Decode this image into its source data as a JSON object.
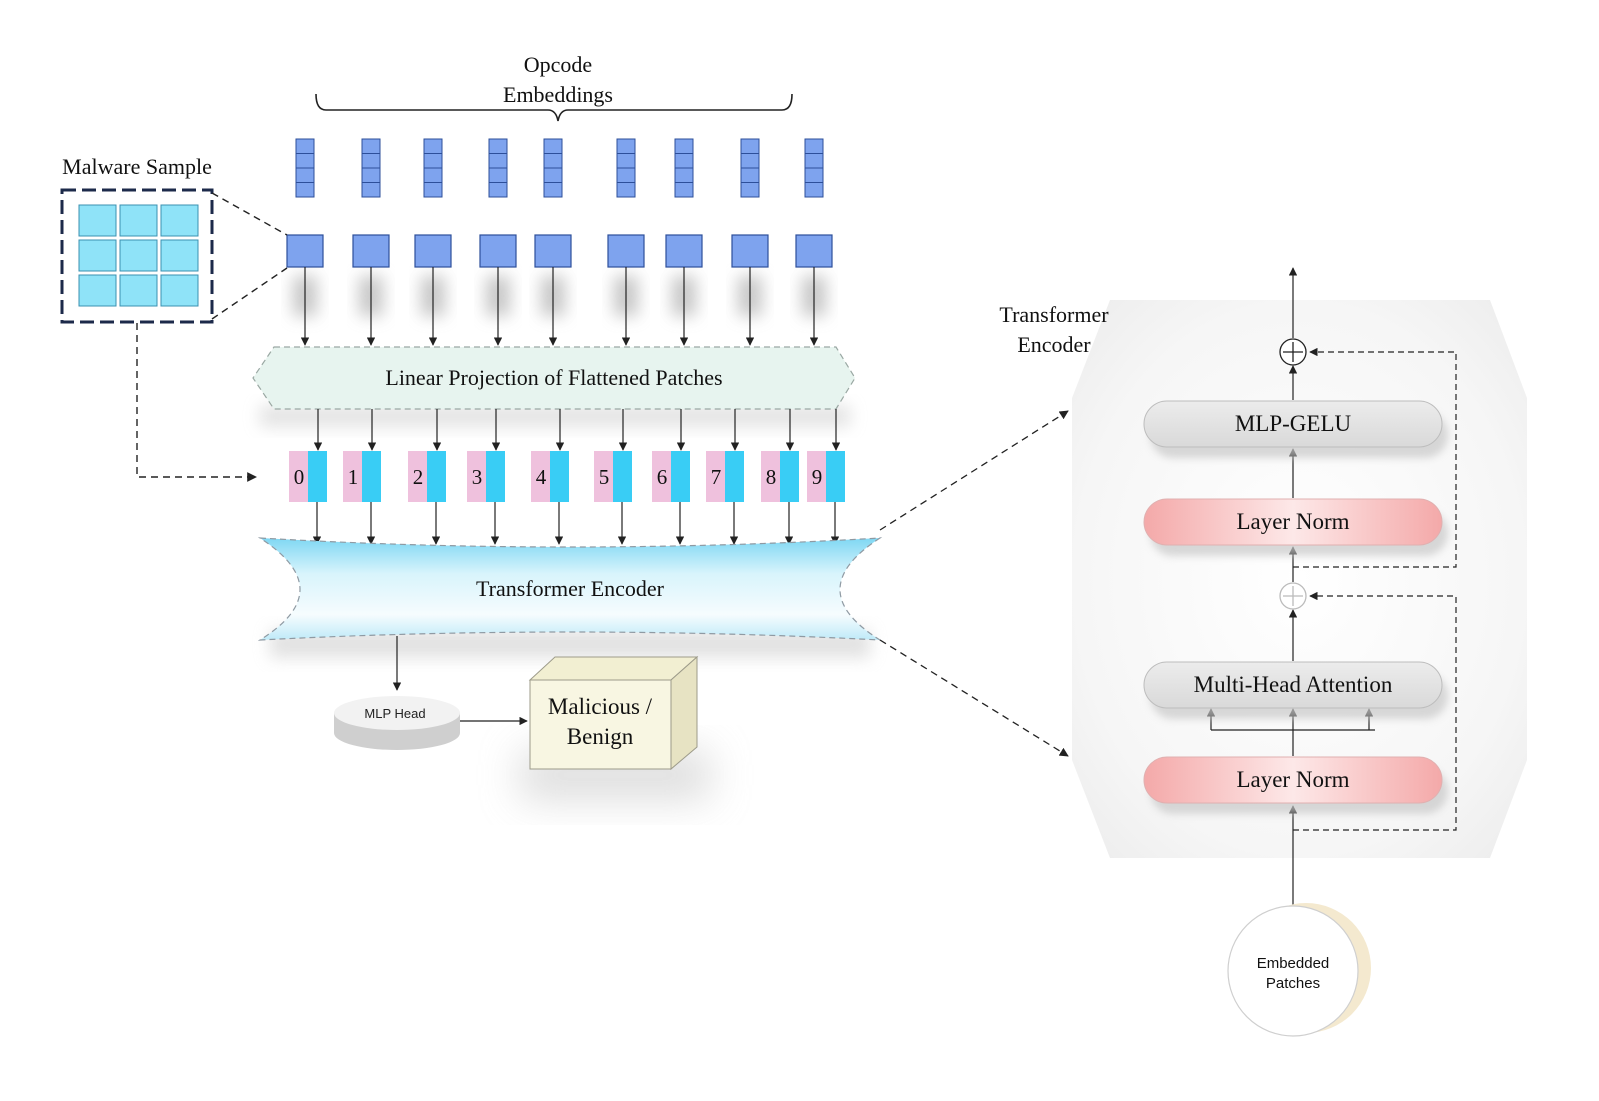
{
  "opcode_embeddings": {
    "line1": "Opcode",
    "line2": "Embeddings"
  },
  "malware_sample": {
    "label": "Malware Sample"
  },
  "linear_projection": {
    "label": "Linear Projection of Flattened Patches"
  },
  "position_tokens": [
    "0",
    "1",
    "2",
    "3",
    "4",
    "5",
    "6",
    "7",
    "8",
    "9"
  ],
  "transformer_encoder": {
    "label": "Transformer Encoder"
  },
  "mlp_head": {
    "label": "MLP Head"
  },
  "output": {
    "line1": "Malicious /",
    "line2": "Benign"
  },
  "encoder_detail": {
    "title_line1": "Transformer",
    "title_line2": "Encoder",
    "mlp_gelu": "MLP-GELU",
    "layer_norm_top": "Layer Norm",
    "multi_head_attention": "Multi-Head Attention",
    "layer_norm_bottom": "Layer Norm",
    "embedded_patches_line1": "Embedded",
    "embedded_patches_line2": "Patches"
  },
  "colors": {
    "patch_blue": "#7ea3ee",
    "cyan": "#39cdf5",
    "pink": "#efc1dd",
    "malware_cell": "#8fe3f8",
    "malware_border": "#1c2a4a",
    "projection_fill": "#e7f4ef",
    "encoder_panel": "#eeeeee",
    "layer_norm": "#f6c8c8",
    "mlp_box": "#e2e2e2",
    "output_box": "#f7f4de"
  }
}
